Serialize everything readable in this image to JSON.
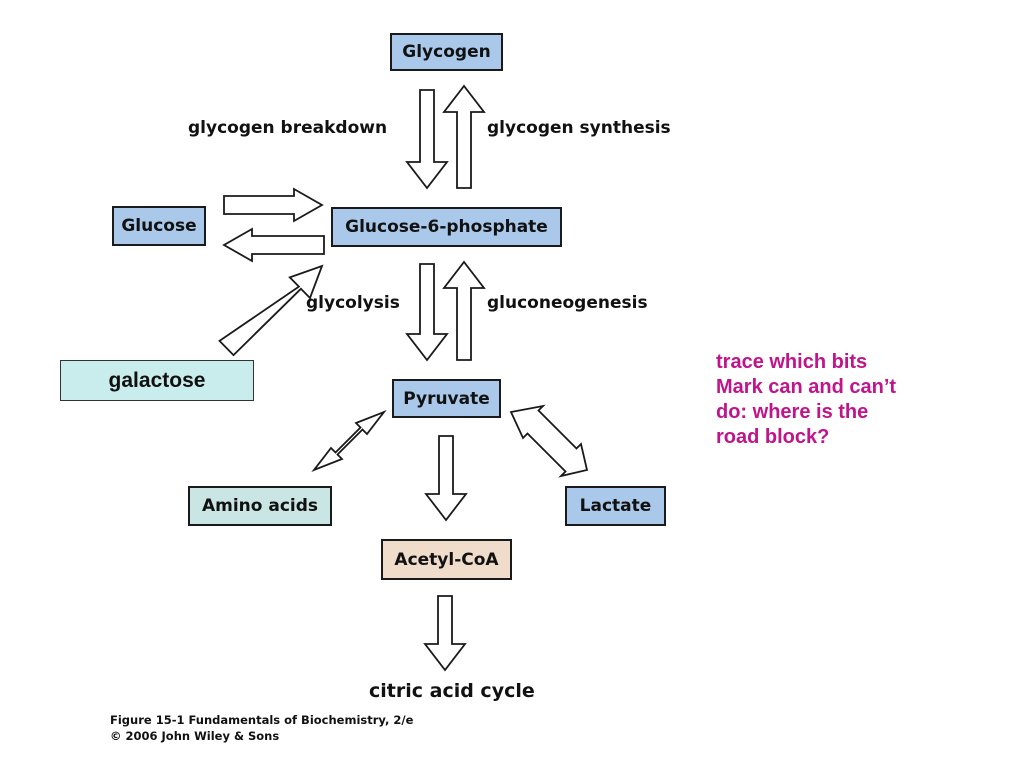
{
  "diagram": {
    "nodes": {
      "glycogen": "Glycogen",
      "glucose": "Glucose",
      "g6p": "Glucose-6-phosphate",
      "galactose": "galactose",
      "pyruvate": "Pyruvate",
      "amino_acids": "Amino acids",
      "lactate": "Lactate",
      "acetyl_coa": "Acetyl-CoA",
      "citric_acid_cycle": "citric acid cycle"
    },
    "edge_labels": {
      "glycogen_breakdown": "glycogen breakdown",
      "glycogen_synthesis": "glycogen synthesis",
      "glycolysis": "glycolysis",
      "gluconeogenesis": "gluconeogenesis"
    },
    "edges": [
      {
        "from": "Glycogen",
        "to": "Glucose-6-phosphate"
      },
      {
        "from": "Glucose-6-phosphate",
        "to": "Glycogen"
      },
      {
        "from": "Glucose",
        "to": "Glucose-6-phosphate"
      },
      {
        "from": "Glucose-6-phosphate",
        "to": "Glucose"
      },
      {
        "from": "galactose",
        "to": "Glucose-6-phosphate"
      },
      {
        "from": "Glucose-6-phosphate",
        "to": "Pyruvate"
      },
      {
        "from": "Pyruvate",
        "to": "Glucose-6-phosphate"
      },
      {
        "from": "Pyruvate",
        "to": "Amino acids",
        "bidirectional": true
      },
      {
        "from": "Pyruvate",
        "to": "Lactate",
        "bidirectional": true
      },
      {
        "from": "Pyruvate",
        "to": "Acetyl-CoA"
      },
      {
        "from": "Acetyl-CoA",
        "to": "citric acid cycle"
      }
    ]
  },
  "annotation": {
    "lines": [
      "trace which bits",
      "Mark can and can’t",
      "do: where is the",
      "road block?"
    ]
  },
  "caption": {
    "line1": "Figure 15-1  Fundamentals of Biochemistry, 2/e",
    "line2": "© 2006 John Wiley & Sons"
  },
  "colors": {
    "blue_box": "#a9c8ea",
    "teal_box": "#c9e6e4",
    "tan_box": "#efdccb",
    "annotation_text": "#c0148a"
  }
}
